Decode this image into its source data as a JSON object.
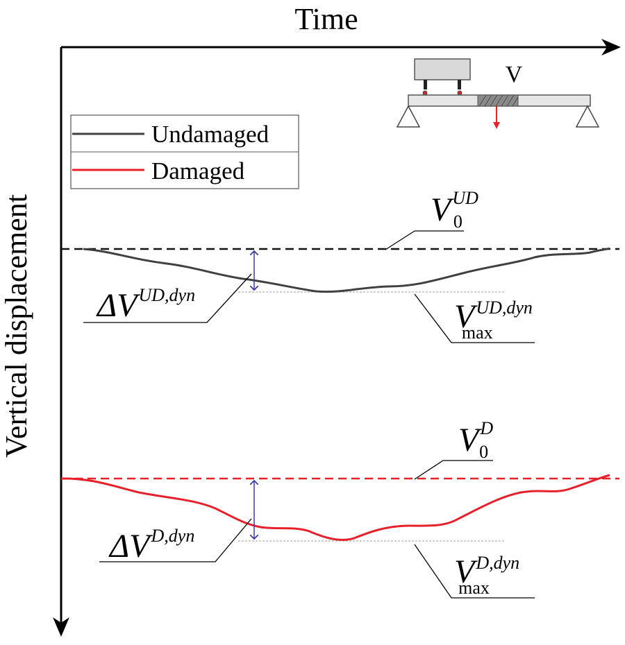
{
  "axes": {
    "x_label": "Time",
    "y_label": "Vertical displacement"
  },
  "legend": {
    "items": [
      {
        "label": "Undamaged",
        "color": "#404040"
      },
      {
        "label": "Damaged",
        "color": "#e8202a"
      }
    ]
  },
  "inset": {
    "label": "V",
    "arrow_color": "#e8202a"
  },
  "annotations": {
    "undamaged": {
      "v0": {
        "symbol": "V",
        "sub": "0",
        "sup": "UD"
      },
      "delta": {
        "symbol": "ΔV",
        "sup": "UD,dyn"
      },
      "vmax": {
        "symbol": "V",
        "sub": "max",
        "sup": "UD,dyn"
      }
    },
    "damaged": {
      "v0": {
        "symbol": "V",
        "sub": "0",
        "sup": "D"
      },
      "delta": {
        "symbol": "ΔV",
        "sup": "D,dyn"
      },
      "vmax": {
        "symbol": "V",
        "sub": "max",
        "sup": "D,dyn"
      }
    }
  },
  "colors": {
    "undamaged": "#404040",
    "damaged": "#e8202a",
    "measure_arrow": "#3a3aa8",
    "guide": "#b0b0b0",
    "axis": "#000000"
  }
}
